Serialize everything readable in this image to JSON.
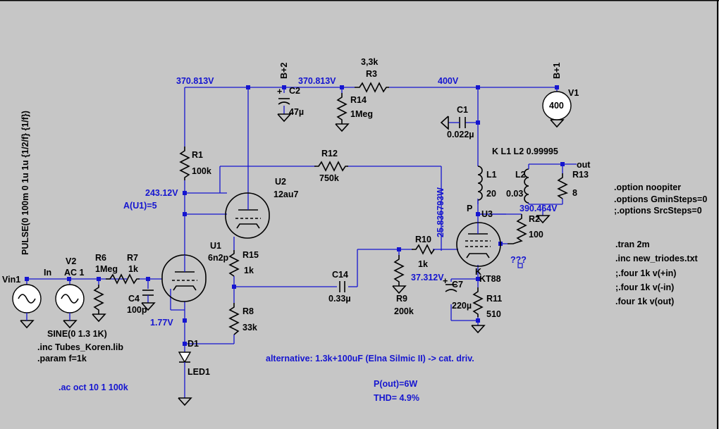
{
  "nodes": {
    "v_left": "370.813V",
    "v_mid": "370.813V",
    "v_400": "400V",
    "v_243": "243.12V",
    "v_177": "1.77V",
    "v_390": "390.464V",
    "v_37": "37.312V",
    "power": "25.836793W",
    "in": "In",
    "out": "out",
    "plate": "P",
    "cathode": "K",
    "vin1": "Vin1",
    "b2": "B+2",
    "b1": "B+1"
  },
  "components": {
    "v1_name": "V1",
    "v1_val": "400",
    "v2_name": "V2",
    "v2_val": "AC 1",
    "v2_sine": "SINE(0 1.3 1K)",
    "r1_name": "R1",
    "r1_val": "100k",
    "r3_name": "R3",
    "r3_val": "3,3k",
    "r14_name": "R14",
    "r14_val": "1Meg",
    "r6_name": "R6",
    "r6_val": "1Meg",
    "r7_name": "R7",
    "r7_val": "1k",
    "r12_name": "R12",
    "r12_val": "750k",
    "r15_name": "R15",
    "r15_val": "1k",
    "r8_name": "R8",
    "r8_val": "33k",
    "r10_name": "R10",
    "r10_val": "1k",
    "r9_name": "R9",
    "r9_val": "200k",
    "r11_name": "R11",
    "r11_val": "510",
    "r2_name": "R2",
    "r2_val": "100",
    "r13_name": "R13",
    "r13_val": "8",
    "c1_name": "C1",
    "c1_val": "0.022µ",
    "c2_name": "C2",
    "c2_val": "47µ",
    "c4_name": "C4",
    "c4_val": "100p",
    "c14_name": "C14",
    "c14_val": "0.33µ",
    "c7_name": "C7",
    "c7_val": "220µ",
    "l1_name": "L1",
    "l1_val": "20",
    "l2_name": "L2",
    "l2_val": "0.03",
    "u1_name": "U1",
    "u1_val": "6n2p",
    "u2_name": "U2",
    "u2_val": "12au7",
    "u3_name": "U3",
    "u3_val": "KT88",
    "d1_name": "D1",
    "d1_val": "LED1",
    "question": "???"
  },
  "directives": {
    "pulse": "PULSE(0 100m 0 1u 1u {1/2/f} {1/f})",
    "inc_tubes": ".inc Tubes_Koren.lib",
    "param": ".param f=1k",
    "ac": ".ac oct 10 1 100k",
    "coupling": "K L1 L2 0.99995",
    "opt1": ".option noopiter",
    "opt2": ".options GminSteps=0",
    "opt3": ";.options SrcSteps=0",
    "tran": ".tran 2m",
    "inc_triodes": ".inc new_triodes.txt",
    "four1": ";.four 1k v(+in)",
    "four2": ";.four 1k v(-in)",
    "four3": ".four 1k v(out)",
    "gain": "A(U1)=5",
    "alternative": "alternative: 1.3k+100uF (Elna Silmic II) -> cat. driv.",
    "pout": "P(out)=6W",
    "thd": "THD= 4.9%"
  }
}
